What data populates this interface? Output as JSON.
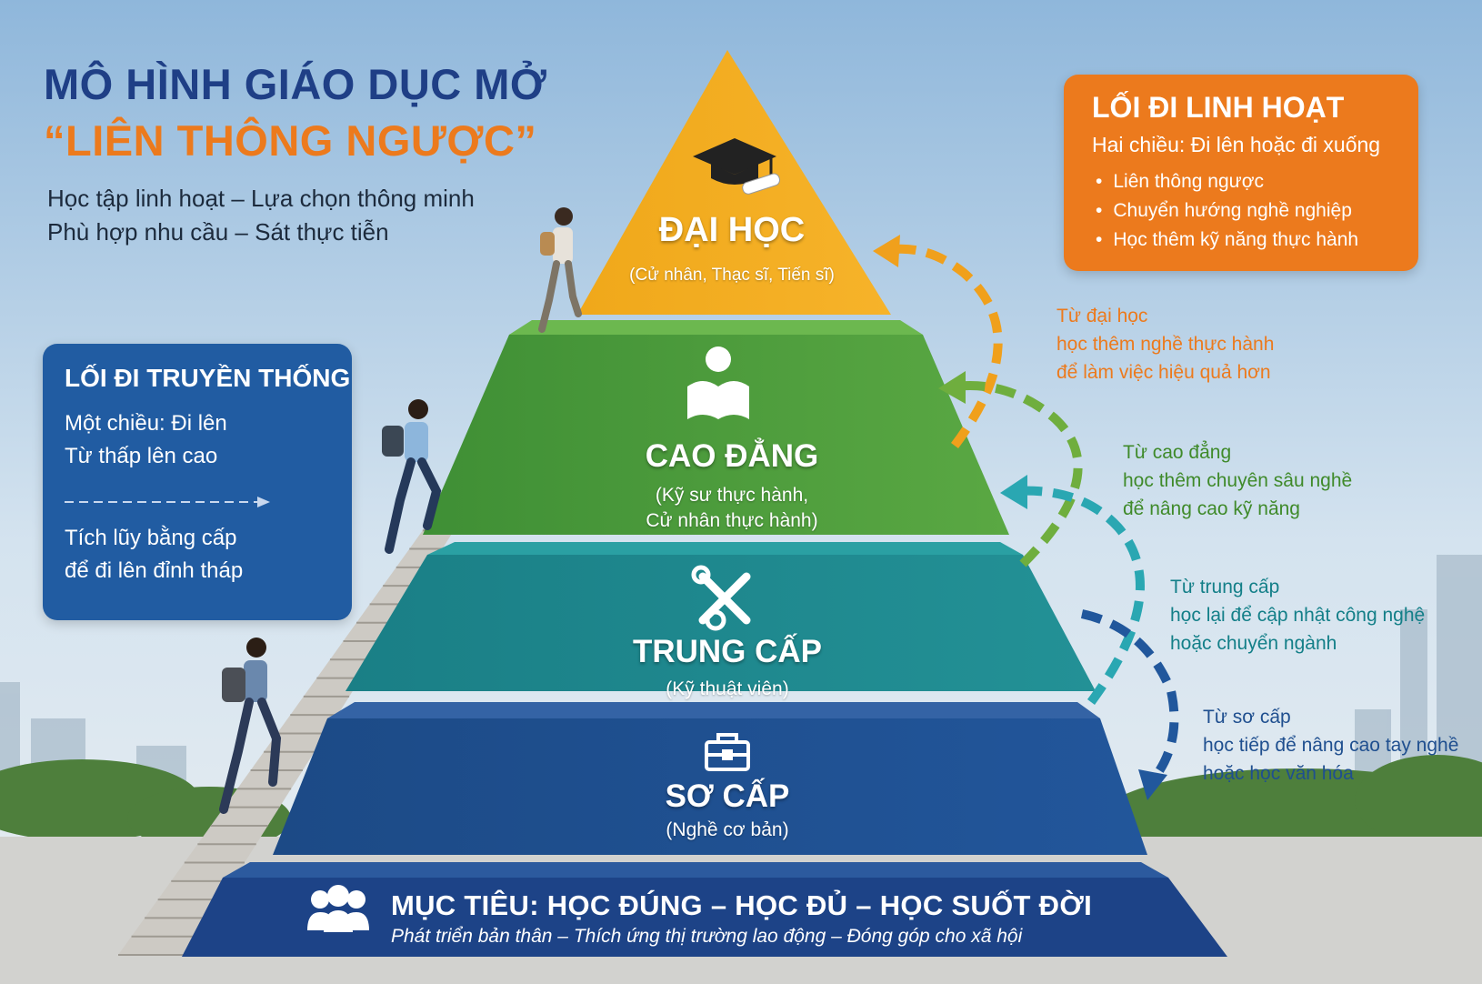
{
  "header": {
    "title_line1": "MÔ HÌNH GIÁO DỤC MỞ",
    "title_line2": "“LIÊN THÔNG NGƯỢC”",
    "subtitle_line1": "Học tập linh hoạt – Lựa chọn thông minh",
    "subtitle_line2": "Phù hợp nhu cầu – Sát thực tiễn"
  },
  "traditional": {
    "heading": "LỐI ĐI TRUYỀN THỐNG",
    "line1": "Một chiều: Đi lên",
    "line2": "Từ thấp lên cao",
    "line3": "Tích lũy bằng cấp",
    "line4": "để đi lên đỉnh tháp"
  },
  "flexible": {
    "heading": "LỐI ĐI LINH HOẠT",
    "subheading": "Hai chiều: Đi lên hoặc đi xuống",
    "bullets": [
      "Liên thông ngược",
      "Chuyển hướng nghề nghiệp",
      "Học thêm kỹ năng thực hành"
    ]
  },
  "levels": {
    "dai_hoc": {
      "title": "ĐẠI HỌC",
      "sub": "(Cử nhân, Thạc sĩ, Tiến sĩ)"
    },
    "cao_dang": {
      "title": "CAO ĐẲNG",
      "sub1": "(Kỹ sư thực hành,",
      "sub2": "Cử nhân thực hành)"
    },
    "trung_cap": {
      "title": "TRUNG CẤP",
      "sub": "(Kỹ thuật viên)"
    },
    "so_cap": {
      "title": "SƠ CẤP",
      "sub": "(Nghề cơ bản)"
    }
  },
  "notes": {
    "dai_hoc": [
      "Từ đại học",
      "học thêm nghề thực hành",
      "để làm việc hiệu quả hơn"
    ],
    "cao_dang": [
      "Từ cao đẳng",
      "học thêm chuyên sâu nghề",
      "để nâng cao kỹ năng"
    ],
    "trung_cap": [
      "Từ trung cấp",
      "học lại để cập nhật công nghệ",
      "hoặc chuyển ngành"
    ],
    "so_cap": [
      "Từ sơ cấp",
      "học tiếp để nâng cao tay nghề",
      "hoặc học văn hóa"
    ]
  },
  "goal": {
    "heading": "MỤC TIÊU: HỌC ĐÚNG – HỌC ĐỦ – HỌC SUỐT ĐỜI",
    "sub": "Phát triển bản thân – Thích ứng thị trường lao động – Đóng góp cho xã hội"
  },
  "colors": {
    "dai_hoc": "#f2a51f",
    "cao_dang": "#4b9a3a",
    "trung_cap": "#1e8a8f",
    "so_cap": "#1f4f8f",
    "base": "#1d4387",
    "accent_orange": "#ec7a1d",
    "traditional_box": "#215ca2"
  },
  "icons": [
    "graduation-cap-icon",
    "reader-icon",
    "wrench-gear-icon",
    "toolbox-icon",
    "people-group-icon"
  ]
}
